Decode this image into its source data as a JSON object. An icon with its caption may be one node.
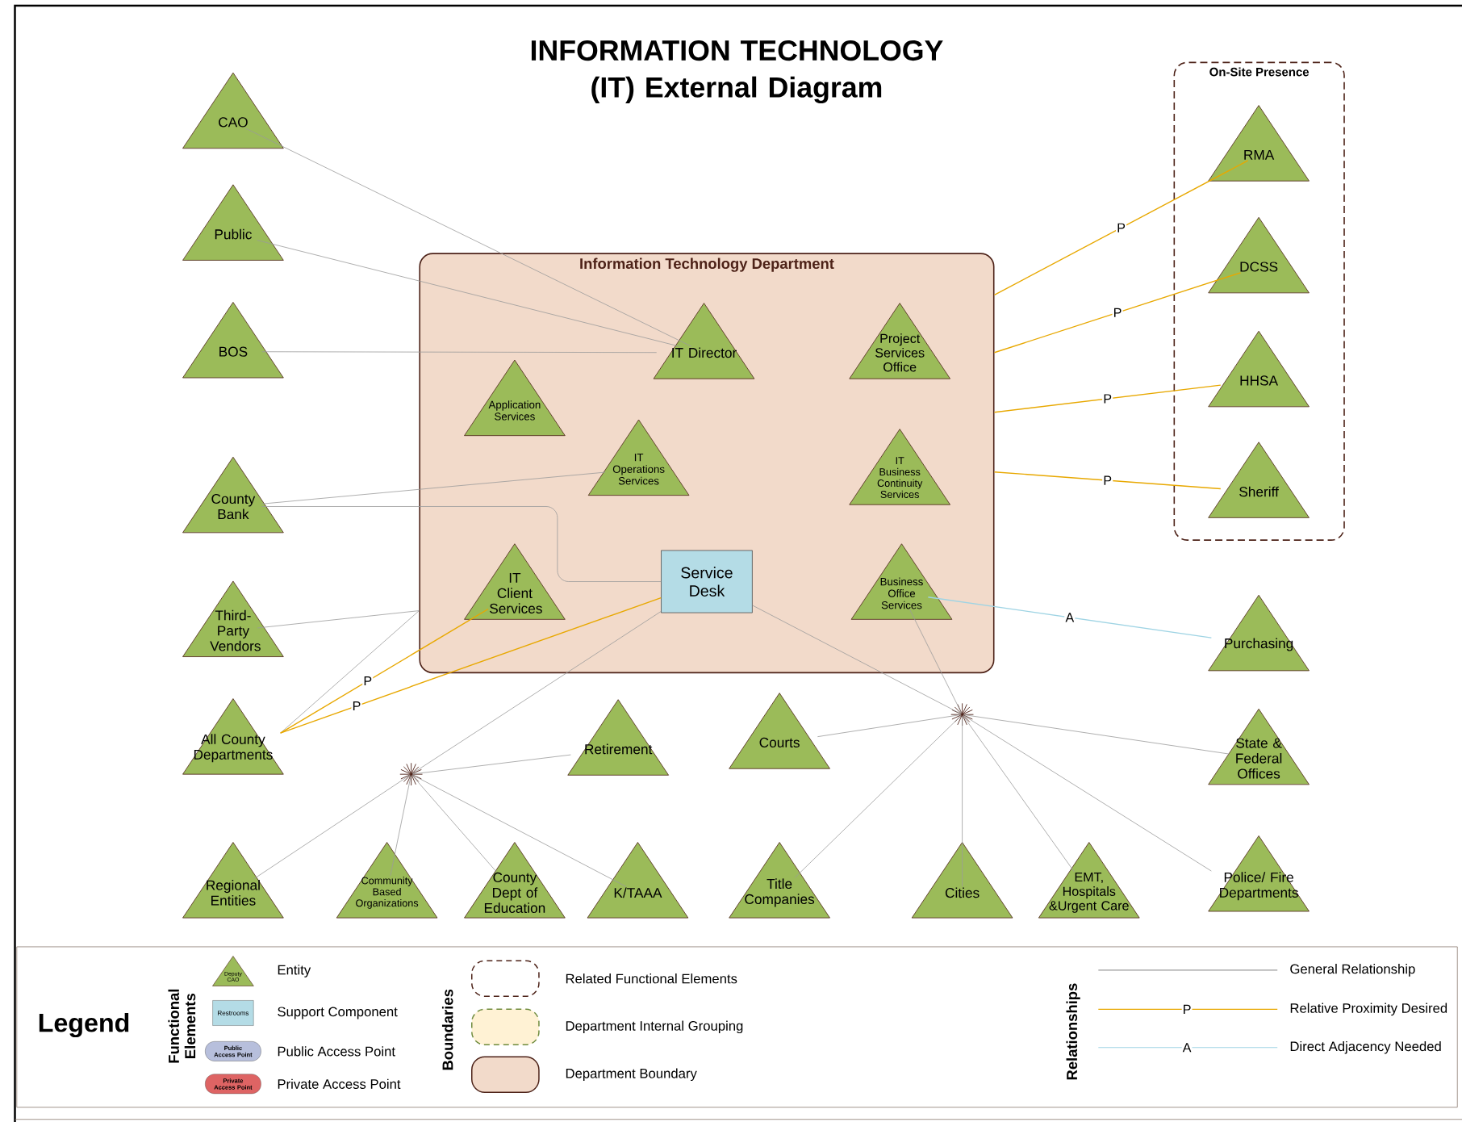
{
  "diagram": {
    "title": "INFORMATION TECHNOLOGY (IT) External Diagram",
    "nodes": [
      {
        "text": [
          "Information Technology Department"
        ]
      },
      {
        "text": [
          "On-Site Presence"
        ]
      },
      {
        "text": [
          "CAO"
        ]
      },
      {
        "text": [
          "Public"
        ]
      },
      {
        "text": [
          "BOS"
        ]
      },
      {
        "text": [
          "County Bank"
        ]
      },
      {
        "text": [
          "Third- Party Vendors"
        ]
      },
      {
        "text": [
          "All County Departments"
        ]
      },
      {
        "text": [
          "Application Services"
        ],
        "in": 0
      },
      {
        "text": [
          "IT Director"
        ],
        "in": 0
      },
      {
        "text": [
          "Project Services Office"
        ],
        "in": 0
      },
      {
        "text": [
          "IT Operations Services"
        ],
        "in": 0
      },
      {
        "text": [
          "IT Business Continuity Services"
        ],
        "in": 0
      },
      {
        "text": [
          "IT Client Services"
        ],
        "in": 0
      },
      {
        "text": [
          "Service Desk"
        ],
        "in": 0
      },
      {
        "text": [
          "Business Office Services"
        ],
        "in": 0
      },
      {
        "text": [
          "RMA"
        ],
        "in": 1
      },
      {
        "text": [
          "DCSS"
        ],
        "in": 1
      },
      {
        "text": [
          "HHSA"
        ],
        "in": 1
      },
      {
        "text": [
          "Sheriff"
        ],
        "in": 1
      },
      {
        "text": [
          "Purchasing"
        ]
      },
      {
        "text": [
          "Retirement"
        ]
      },
      {
        "text": [
          "Courts"
        ]
      },
      {
        "text": [
          "State & Federal Offices"
        ]
      },
      {
        "text": [
          "Regional Entities"
        ]
      },
      {
        "text": [
          "Community Based Organizations"
        ]
      },
      {
        "text": [
          "County Dept of Education"
        ]
      },
      {
        "text": [
          "K/TAAA"
        ]
      },
      {
        "text": [
          "Title Companies"
        ]
      },
      {
        "text": [
          "Cities"
        ]
      },
      {
        "text": [
          "EMT, Hospitals &Urgent Care"
        ]
      },
      {
        "text": [
          "Police/ Fire Departments"
        ]
      },
      {
        "text": [],
        "shape": "star"
      },
      {
        "text": [],
        "shape": "star"
      }
    ],
    "edges": [
      {
        "from": 2,
        "to": 9,
        "arrow": "none"
      },
      {
        "from": 3,
        "to": 9,
        "arrow": "none"
      },
      {
        "from": 4,
        "to": 9,
        "arrow": "none"
      },
      {
        "from": 5,
        "to": 11,
        "arrow": "none"
      },
      {
        "from": 5,
        "to": 14,
        "arrow": "none"
      },
      {
        "from": 6,
        "to": 0,
        "arrow": "none"
      },
      {
        "from": 7,
        "to": 0,
        "arrow": "none"
      },
      {
        "from": 7,
        "to": 13,
        "arrow": "none",
        "label": "P",
        "color": "#e8a800"
      },
      {
        "from": 7,
        "to": 14,
        "arrow": "none",
        "label": "P",
        "color": "#e8a800"
      },
      {
        "from": 0,
        "to": 16,
        "arrow": "none",
        "label": "P",
        "color": "#e8a800"
      },
      {
        "from": 0,
        "to": 17,
        "arrow": "none",
        "label": "P",
        "color": "#e8a800"
      },
      {
        "from": 0,
        "to": 18,
        "arrow": "none",
        "label": "P",
        "color": "#e8a800"
      },
      {
        "from": 0,
        "to": 19,
        "arrow": "none",
        "label": "P",
        "color": "#e8a800"
      },
      {
        "from": 15,
        "to": 20,
        "arrow": "none",
        "label": "A",
        "color": "#9fd4e4"
      },
      {
        "from": 14,
        "to": 32,
        "arrow": "none"
      },
      {
        "from": 21,
        "to": 32,
        "arrow": "none"
      },
      {
        "from": 24,
        "to": 32,
        "arrow": "none"
      },
      {
        "from": 25,
        "to": 32,
        "arrow": "none"
      },
      {
        "from": 26,
        "to": 32,
        "arrow": "none"
      },
      {
        "from": 27,
        "to": 32,
        "arrow": "none"
      },
      {
        "from": 14,
        "to": 33,
        "arrow": "none"
      },
      {
        "from": 15,
        "to": 33,
        "arrow": "none"
      },
      {
        "from": 22,
        "to": 33,
        "arrow": "none"
      },
      {
        "from": 23,
        "to": 33,
        "arrow": "none"
      },
      {
        "from": 28,
        "to": 33,
        "arrow": "none"
      },
      {
        "from": 29,
        "to": 33,
        "arrow": "none"
      },
      {
        "from": 30,
        "to": 33,
        "arrow": "none"
      },
      {
        "from": 31,
        "to": 33,
        "arrow": "none"
      }
    ],
    "labels": [
      "Legend",
      "Functional Elements",
      "Deputy CAO",
      "Restrooms",
      "Public Access Point",
      "Private Access Point",
      "Boundaries",
      "Relationships",
      "P",
      "A"
    ],
    "legend": [
      {
        "text": "Entity"
      },
      {
        "text": "Support Component"
      },
      {
        "text": "Public Access Point"
      },
      {
        "text": "Private Access Point"
      },
      {
        "text": "Related Functional Elements"
      },
      {
        "text": "Department Internal Grouping"
      },
      {
        "text": "Department Boundary"
      },
      {
        "text": "General Relationship"
      },
      {
        "text": "Relative Proximity Desired"
      },
      {
        "text": "Direct Adjacency Needed"
      }
    ]
  }
}
